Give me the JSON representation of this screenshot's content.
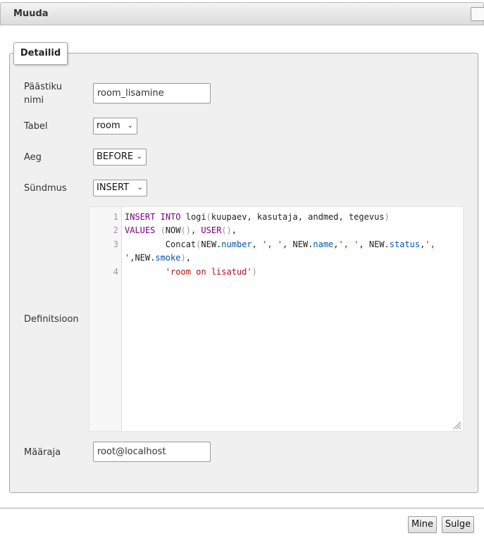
{
  "dialog": {
    "title": "Muuda"
  },
  "fieldset": {
    "legend": "Detailid"
  },
  "form": {
    "trigger_name": {
      "label": "Päästiku nimi",
      "value": "room_lisamine"
    },
    "table": {
      "label": "Tabel",
      "value": "room"
    },
    "time": {
      "label": "Aeg",
      "value": "BEFORE"
    },
    "event": {
      "label": "Sündmus",
      "value": "INSERT"
    },
    "definition": {
      "label": "Definitsioon",
      "line_numbers": [
        "1",
        "2",
        "3",
        "4"
      ]
    },
    "definer": {
      "label": "Määraja",
      "value": "root@localhost"
    }
  },
  "code": {
    "l1_kw1": "INSERT",
    "l1_kw2": "INTO",
    "l1_t1": "logi",
    "l1_p1": "(",
    "l1_t2": "kuupaev, kasutaja, andmed, tegevus",
    "l1_p2": ")",
    "l2_kw1": "VALUES",
    "l2_p1": "(",
    "l2_t1": "NOW",
    "l2_p2": "()",
    "l2_t2": ", ",
    "l2_kw2": "USER",
    "l2_p3": "()",
    "l2_t3": ",",
    "l3_t1": "Concat",
    "l3_p1": "(",
    "l3_t2": "NEW.",
    "l3_pr1": "number",
    "l3_t3": ", ",
    "l3_s1": "', '",
    "l3_t4": ", NEW.",
    "l3_pr2": "name",
    "l3_t5": ",",
    "l3_s2": "', '",
    "l3_t6": ", NEW.",
    "l3_pr3": "status",
    "l3_t7": ",",
    "l3_s3": "',",
    "l3b_s1": "'",
    "l3b_t1": ",NEW.",
    "l3b_pr1": "smoke",
    "l3b_p1": ")",
    "l3b_t2": ",",
    "l4_s1": "'room on lisatud'",
    "l4_p1": ")"
  },
  "buttons": {
    "go": "Mine",
    "close": "Sulge"
  }
}
